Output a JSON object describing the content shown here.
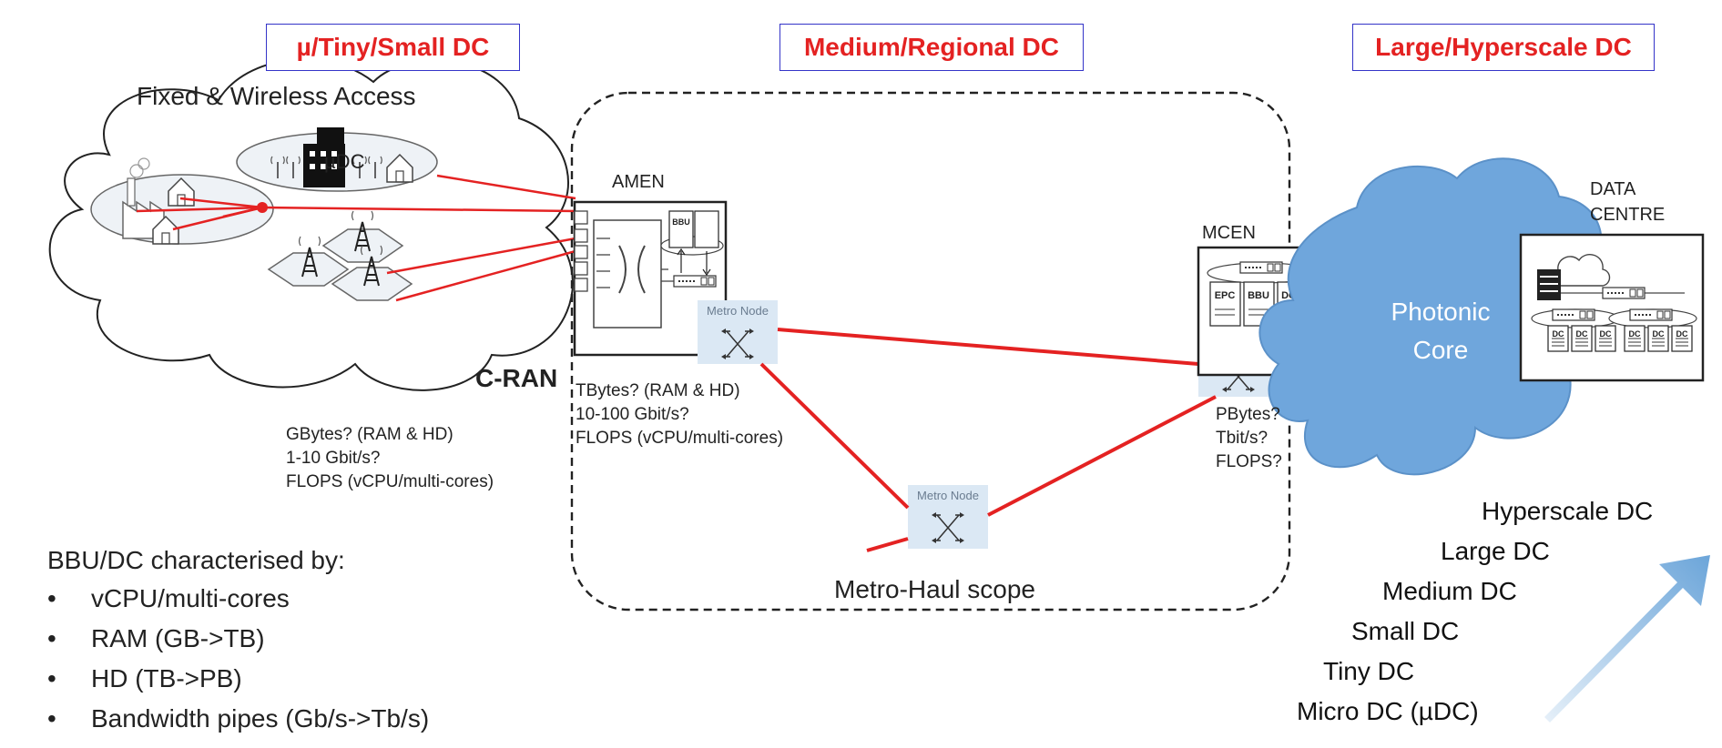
{
  "headers": {
    "small_dc": "µ/Tiny/Small DC",
    "regional_dc": "Medium/Regional DC",
    "hyperscale_dc": "Large/Hyperscale DC"
  },
  "access": {
    "title": "Fixed & Wireless Access",
    "udc_label": "µDC",
    "cran_label": "C-RAN",
    "stats": [
      "GBytes? (RAM & HD)",
      "1-10 Gbit/s?",
      "FLOPS (vCPU/multi-cores)"
    ]
  },
  "amen": {
    "title": "AMEN",
    "bbu_label": "BBU",
    "stats": [
      "TBytes? (RAM & HD)",
      "10-100 Gbit/s?",
      "FLOPS (vCPU/multi-cores)"
    ]
  },
  "metro_node_label": "Metro Node",
  "mcen": {
    "title": "MCEN",
    "units": [
      "EPC",
      "BBU",
      "DCN"
    ],
    "stats": [
      "PBytes?",
      "Tbit/s?",
      "FLOPS?"
    ]
  },
  "metro_haul_label": "Metro-Haul scope",
  "core": {
    "line1": "Photonic",
    "line2": "Core"
  },
  "data_centre": {
    "title_line1": "DATA",
    "title_line2": "CENTRE",
    "dc_label": "DC"
  },
  "characteristics": {
    "title": "BBU/DC characterised by:",
    "bullet": "•",
    "items": [
      "vCPU/multi-cores",
      "RAM (GB->TB)",
      "HD (TB->PB)",
      "Bandwidth pipes (Gb/s->Tb/s)"
    ]
  },
  "scale_ladder": [
    "Hyperscale DC",
    "Large DC",
    "Medium DC",
    "Small DC",
    "Tiny DC",
    "Micro DC (µDC)"
  ],
  "colors": {
    "link": "#e42222",
    "header_border": "#3434c8",
    "header_text": "#e42222",
    "cloud_fill": "#6fa6dc",
    "node_fill": "#dbe8f4",
    "arrow": "#5b9bd5"
  }
}
